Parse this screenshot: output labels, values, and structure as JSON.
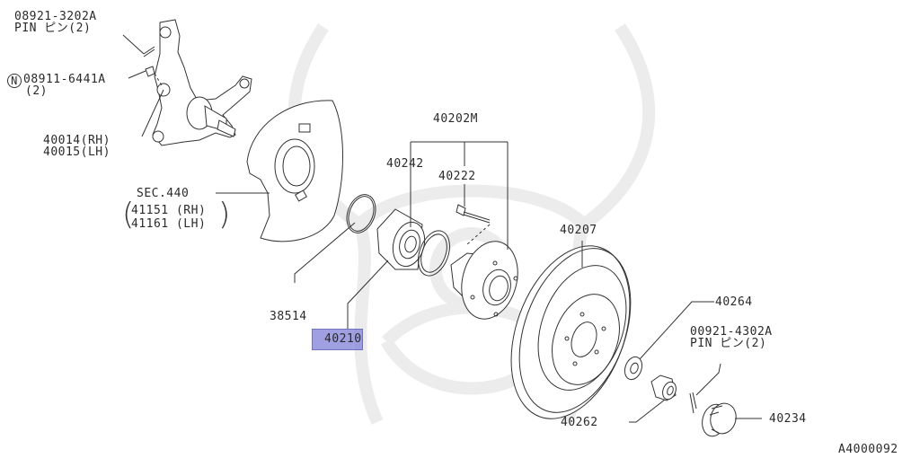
{
  "diagram": {
    "figure_id": "A4000092",
    "highlight": {
      "part": "40210",
      "color": "#8f8fdc"
    },
    "labels": {
      "pin_top": {
        "part": "08921-3202A",
        "desc": "PIN ピン(2)"
      },
      "nut": {
        "prefix": "N",
        "part": "08911-6441A",
        "qty": "(2)"
      },
      "knuckle": {
        "rh": "40014(RH)",
        "lh": "40015(LH)"
      },
      "splash_guard": {
        "sec": "SEC.440",
        "rh": "41151 (RH)",
        "lh": "41161 (LH)"
      },
      "hub_assembly": "40202M",
      "hub_seal": "40242",
      "hub_bolt": "40222",
      "snap_ring": "38514",
      "bearing": "40210",
      "rotor": "40207",
      "washer": "40264",
      "pin_bottom": {
        "part": "00921-4302A",
        "desc": "PIN ピン(2)"
      },
      "hub_nut": "40262",
      "grease_cap": "40234"
    }
  }
}
